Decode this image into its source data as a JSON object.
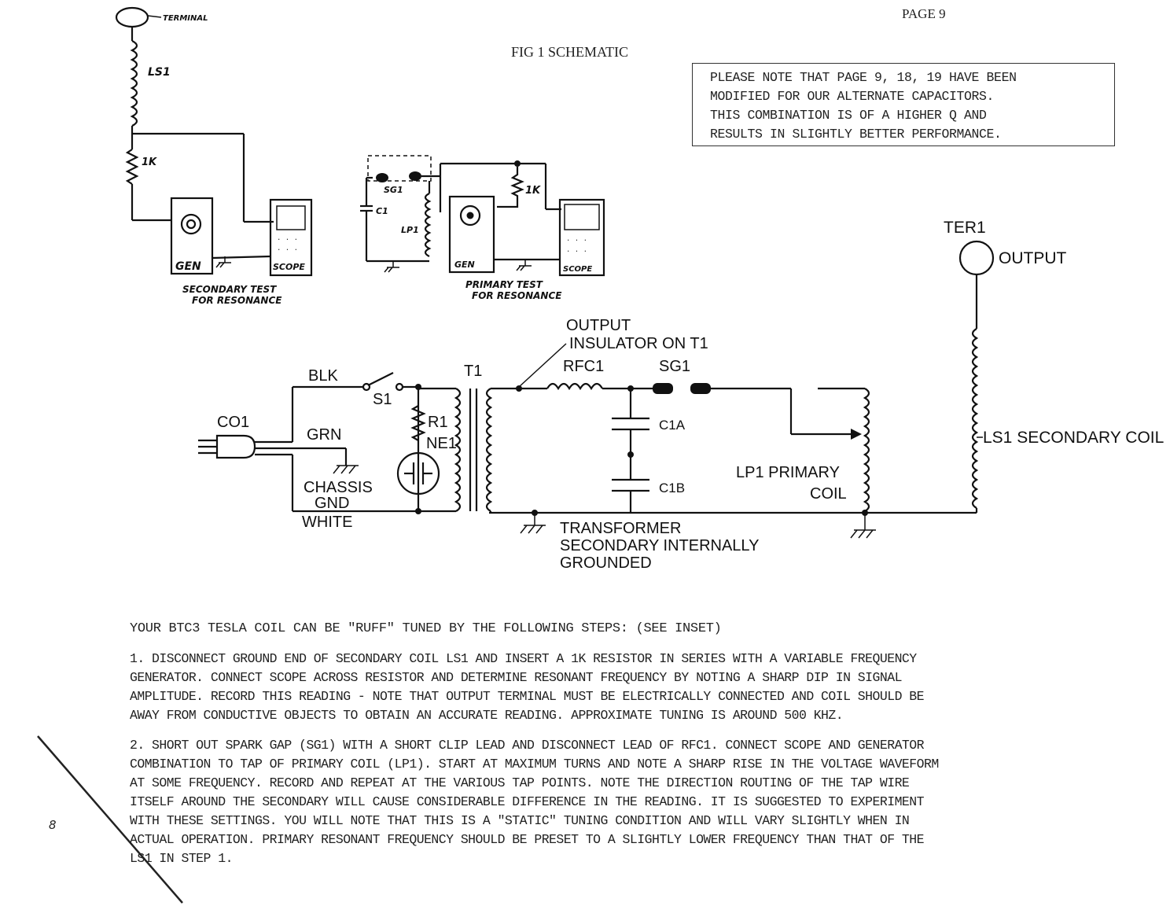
{
  "header": {
    "page_number": "PAGE 9",
    "figure_title": "FIG 1 SCHEMATIC"
  },
  "notice": {
    "lines": [
      "PLEASE NOTE THAT PAGE 9, 18, 19 HAVE BEEN",
      "MODIFIED FOR OUR ALTERNATE CAPACITORS.",
      "THIS COMBINATION IS OF A HIGHER Q AND",
      "RESULTS IN SLIGHTLY BETTER PERFORMANCE."
    ]
  },
  "inset_secondary": {
    "terminal": "TERMINAL",
    "coil": "LS1",
    "resistor": "1K",
    "generator": "GEN",
    "scope": "SCOPE",
    "caption_line1": "SECONDARY TEST",
    "caption_line2": "FOR RESONANCE"
  },
  "inset_primary": {
    "gap": "SG1",
    "capacitor": "C1",
    "coil": "LP1",
    "resistor": "1K",
    "generator": "GEN",
    "scope": "SCOPE",
    "caption_line1": "PRIMARY TEST",
    "caption_line2": "FOR RESONANCE"
  },
  "schematic": {
    "terminal_label": "TER1",
    "output_label": "OUTPUT",
    "insulator_line1": "OUTPUT",
    "insulator_line2": "INSULATOR ON T1",
    "rfc": "RFC1",
    "spark_gap": "SG1",
    "cap_a": "C1A",
    "cap_b": "C1B",
    "primary_line1": "LP1 PRIMARY",
    "primary_line2": "COIL",
    "secondary_coil": "LS1 SECONDARY COIL",
    "transformer": "T1",
    "blk": "BLK",
    "switch": "S1",
    "resistor": "R1",
    "neon": "NE1",
    "cord": "CO1",
    "grn": "GRN",
    "chassis_line1": "CHASSIS",
    "chassis_line2": "GND",
    "white": "WHITE",
    "xfmr_line1": "TRANSFORMER",
    "xfmr_line2": "SECONDARY INTERNALLY",
    "xfmr_line3": "GROUNDED"
  },
  "instructions": {
    "intro": "YOUR BTC3 TESLA COIL CAN BE \"RUFF\" TUNED BY THE FOLLOWING STEPS: (SEE INSET)",
    "step1": [
      "1.  DISCONNECT GROUND END OF SECONDARY COIL LS1 AND INSERT A 1K RESISTOR IN SERIES WITH A VARIABLE FREQUENCY",
      "GENERATOR.  CONNECT SCOPE ACROSS RESISTOR AND DETERMINE RESONANT FREQUENCY BY NOTING A SHARP DIP IN SIGNAL",
      "AMPLITUDE.  RECORD THIS READING - NOTE THAT OUTPUT TERMINAL MUST BE ELECTRICALLY CONNECTED AND COIL SHOULD BE",
      "AWAY FROM CONDUCTIVE OBJECTS TO OBTAIN AN ACCURATE READING.  APPROXIMATE TUNING IS AROUND 500 KHZ."
    ],
    "step2": [
      "2.  SHORT OUT SPARK GAP (SG1) WITH A SHORT CLIP LEAD AND DISCONNECT LEAD OF RFC1.  CONNECT SCOPE AND GENERATOR",
      "COMBINATION TO TAP OF PRIMARY COIL (LP1).  START AT MAXIMUM TURNS AND NOTE A SHARP RISE IN THE VOLTAGE WAVEFORM",
      "AT SOME FREQUENCY.  RECORD AND REPEAT AT THE VARIOUS TAP POINTS.  NOTE THE DIRECTION ROUTING OF THE TAP WIRE",
      "ITSELF AROUND THE SECONDARY WILL CAUSE CONSIDERABLE DIFFERENCE IN THE READING.  IT IS SUGGESTED TO EXPERIMENT",
      "WITH THESE SETTINGS. YOU WILL NOTE THAT THIS IS A \"STATIC\" TUNING CONDITION AND WILL VARY SLIGHTLY WHEN IN",
      "ACTUAL OPERATION.  PRIMARY RESONANT FREQUENCY SHOULD BE PRESET TO A SLIGHTLY LOWER FREQUENCY THAN THAT OF THE",
      "LS1 IN STEP 1."
    ]
  },
  "margin_number": "8"
}
